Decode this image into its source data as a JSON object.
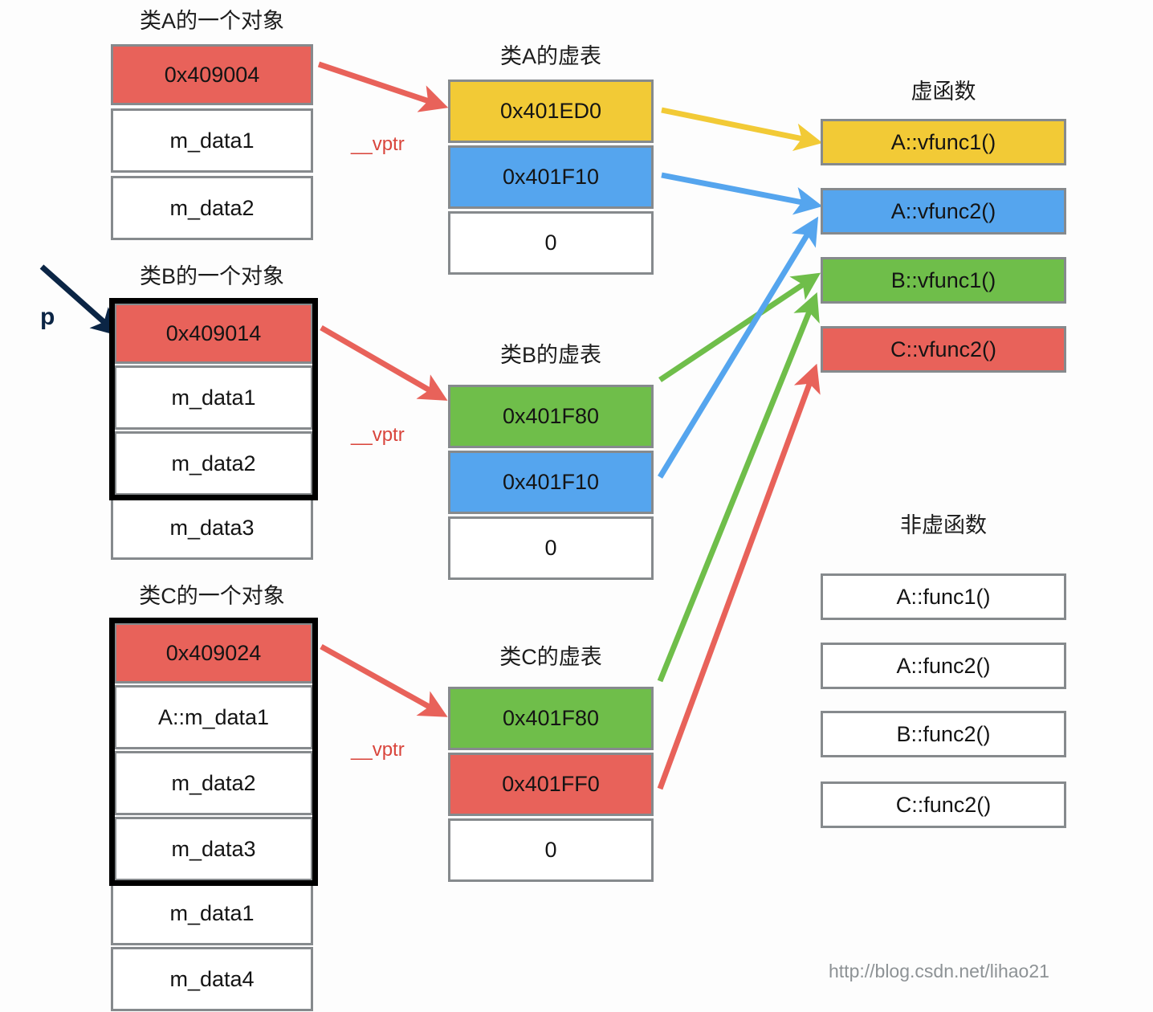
{
  "diagram": {
    "title_objects": {
      "a": "类A的一个对象",
      "b": "类B的一个对象",
      "c": "类C的一个对象"
    },
    "title_vtables": {
      "a": "类A的虚表",
      "b": "类B的虚表",
      "c": "类C的虚表"
    },
    "title_vfuncs": "虚函数",
    "title_nonvfuncs": "非虚函数",
    "pointer_label": "p",
    "vptr_label": "__vptr",
    "watermark": "http://blog.csdn.net/lihao21"
  },
  "objects": {
    "a": {
      "cells": [
        {
          "text": "0x409004",
          "color": "red"
        },
        {
          "text": "m_data1",
          "color": "white"
        },
        {
          "text": "m_data2",
          "color": "white"
        }
      ],
      "subobject_cells": 0
    },
    "b": {
      "cells": [
        {
          "text": "0x409014",
          "color": "red"
        },
        {
          "text": "m_data1",
          "color": "white"
        },
        {
          "text": "m_data2",
          "color": "white"
        },
        {
          "text": "m_data3",
          "color": "white"
        }
      ],
      "subobject_cells": 3
    },
    "c": {
      "cells": [
        {
          "text": "0x409024",
          "color": "red"
        },
        {
          "text": "A::m_data1",
          "color": "white"
        },
        {
          "text": "m_data2",
          "color": "white"
        },
        {
          "text": "m_data3",
          "color": "white"
        },
        {
          "text": "m_data1",
          "color": "white"
        },
        {
          "text": "m_data4",
          "color": "white"
        }
      ],
      "subobject_cells": 4
    }
  },
  "vtables": {
    "a": {
      "entries": [
        {
          "text": "0x401ED0",
          "color": "yellow"
        },
        {
          "text": "0x401F10",
          "color": "blue"
        },
        {
          "text": "0",
          "color": "white"
        }
      ]
    },
    "b": {
      "entries": [
        {
          "text": "0x401F80",
          "color": "green"
        },
        {
          "text": "0x401F10",
          "color": "blue"
        },
        {
          "text": "0",
          "color": "white"
        }
      ]
    },
    "c": {
      "entries": [
        {
          "text": "0x401F80",
          "color": "green"
        },
        {
          "text": "0x401FF0",
          "color": "red"
        },
        {
          "text": "0",
          "color": "white"
        }
      ]
    }
  },
  "virtual_functions": [
    {
      "text": "A::vfunc1()",
      "color": "yellow"
    },
    {
      "text": "A::vfunc2()",
      "color": "blue"
    },
    {
      "text": "B::vfunc1()",
      "color": "green"
    },
    {
      "text": "C::vfunc2()",
      "color": "red"
    }
  ],
  "non_virtual_functions": [
    {
      "text": "A::func1()",
      "color": "white"
    },
    {
      "text": "A::func2()",
      "color": "white"
    },
    {
      "text": "B::func2()",
      "color": "white"
    },
    {
      "text": "C::func2()",
      "color": "white"
    }
  ],
  "colors": {
    "red": "#e8625a",
    "yellow": "#f2ca36",
    "blue": "#55a5ee",
    "green": "#6fbe4a",
    "border": "#868a8d",
    "navy": "#0b2545",
    "vptr_text": "#d9453c"
  }
}
